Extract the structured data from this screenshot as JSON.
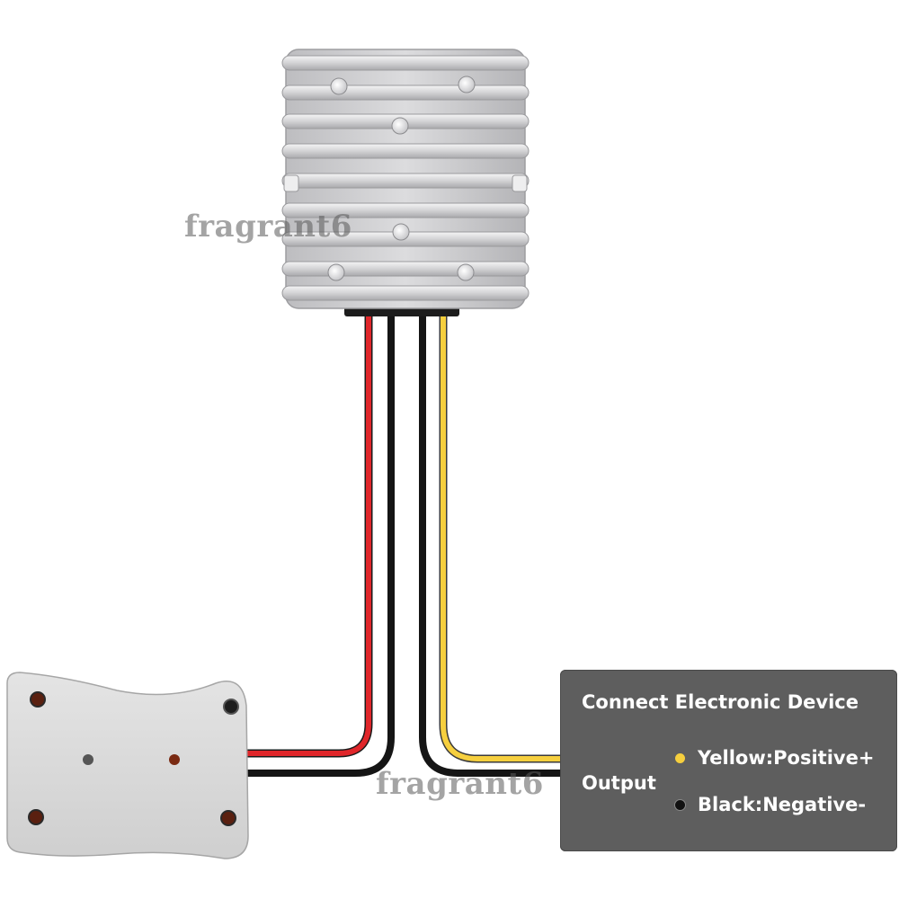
{
  "watermarks": [
    "fragrant6",
    "fragrant6"
  ],
  "device_box": {
    "title": "Connect Electronic Device",
    "output_label": "Output",
    "wires": [
      {
        "label": "Yellow:Positive+",
        "dot_color": "#f6cf3e"
      },
      {
        "label": "Black:Negative-",
        "dot_color": "#111111"
      }
    ]
  },
  "colors": {
    "red_wire": "#e0262a",
    "black_wire": "#151515",
    "yellow_wire": "#f6cf3e",
    "converter_body": "#c9c9cb",
    "input_block": "#d9d9d9",
    "box_background": "#5e5e5e"
  },
  "icons": [
    "converter-module",
    "input-connector-block"
  ]
}
